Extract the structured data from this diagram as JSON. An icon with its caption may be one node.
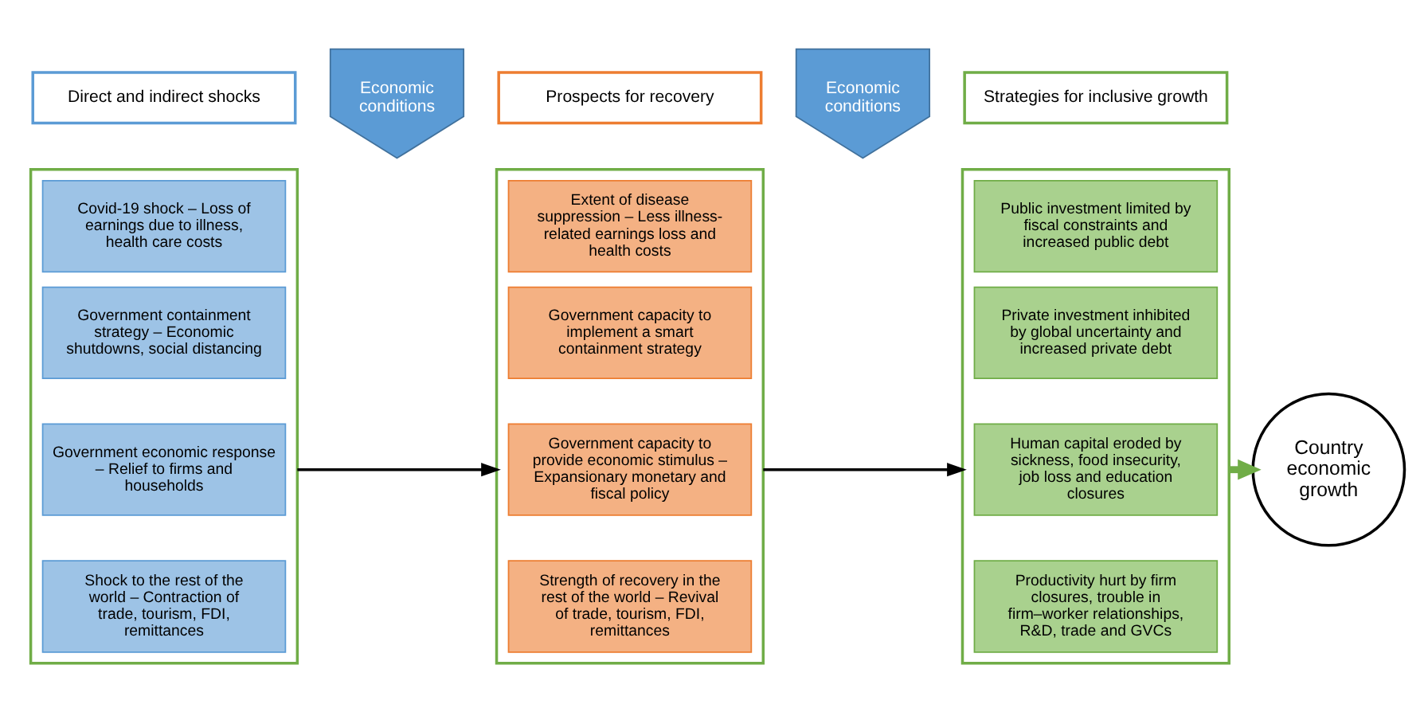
{
  "diagram": {
    "nodes": [
      {
        "text": [
          "Direct and indirect shocks"
        ]
      },
      {
        "text": [],
        "shape": "box"
      },
      {
        "text": [
          "Covid-19 shock – Loss of earnings due to illness, health care costs"
        ],
        "in": 1
      },
      {
        "text": [
          "Government containment strategy – Economic shutdowns, social distancing"
        ],
        "in": 1
      },
      {
        "text": [
          "Government economic response – Relief to firms and households"
        ],
        "in": 1
      },
      {
        "text": [
          "Shock to the rest of the world – Contraction of trade, tourism, FDI, remittances"
        ],
        "in": 1
      },
      {
        "text": [
          "Economic conditions"
        ]
      },
      {
        "text": [
          "Prospects for recovery"
        ]
      },
      {
        "text": [],
        "shape": "box"
      },
      {
        "text": [
          "Extent of disease suppression – Less illness-related earnings loss and health costs"
        ],
        "in": 8
      },
      {
        "text": [
          "Government capacity to implement a smart containment strategy"
        ],
        "in": 8
      },
      {
        "text": [
          "Government capacity to provide economic stimulus – Expansionary monetary and fiscal policy"
        ],
        "in": 8
      },
      {
        "text": [
          "Strength of recovery in the rest of the world – Revival of trade, tourism, FDI, remittances"
        ],
        "in": 8
      },
      {
        "text": [
          "Economic conditions"
        ]
      },
      {
        "text": [
          "Strategies for inclusive growth"
        ]
      },
      {
        "text": [],
        "shape": "box"
      },
      {
        "text": [
          "Public investment limited by fiscal constraints and increased public debt"
        ],
        "in": 15
      },
      {
        "text": [
          "Private investment inhibited by global uncertainty and increased private debt"
        ],
        "in": 15
      },
      {
        "text": [
          "Human capital eroded by sickness, food insecurity, job loss and education closures"
        ],
        "in": 15
      },
      {
        "text": [
          "Productivity hurt by firm closures, trouble in firm–worker relationships, R&D, trade and GVCs"
        ],
        "in": 15
      },
      {
        "text": [
          "Country economic growth"
        ]
      }
    ],
    "edges": [
      {
        "from": 1,
        "to": 8,
        "arrow": "to"
      },
      {
        "from": 8,
        "to": 15,
        "arrow": "to"
      },
      {
        "from": 15,
        "to": 20,
        "arrow": "to",
        "style": "thick",
        "color": "#70ad47"
      }
    ]
  }
}
